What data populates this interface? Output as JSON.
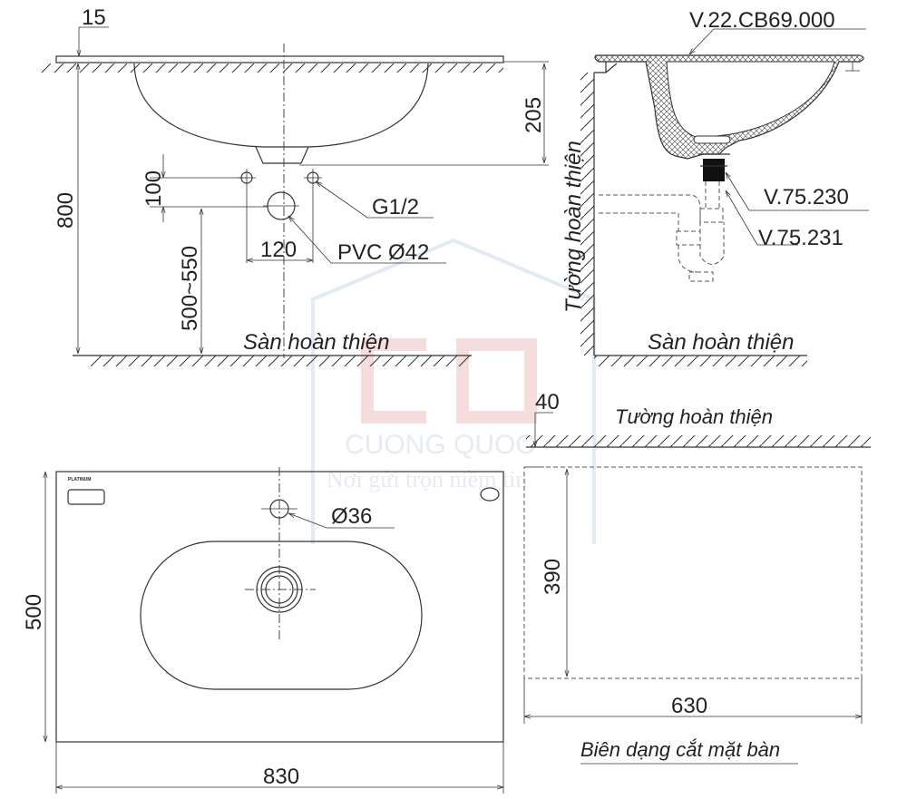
{
  "watermark": {
    "brand": "CUONG QUOC",
    "slogan": "Nơi gửi trọn niềm tin"
  },
  "elevation_view": {
    "dim_top_thickness": "15",
    "dim_bowl_depth": "205",
    "dim_height": "800",
    "dim_supply_offset": "100",
    "dim_drain_height": "500~550",
    "dim_supply_spacing": "120",
    "label_supply": "G1/2",
    "label_drain": "PVC Ø42",
    "floor_label": "Sàn hoàn thiện"
  },
  "section_view": {
    "model_code": "V.22.CB69.000",
    "part_drain": "V.75.230",
    "part_trap": "V.75.231",
    "wall_label": "Tường hoàn thiện",
    "floor_label": "Sàn hoàn thiện"
  },
  "plan_view": {
    "brand_mark": "PLATINUM",
    "label_tap_hole": "Ø36",
    "dim_depth": "500",
    "dim_width": "830"
  },
  "cutout_view": {
    "wall_label": "Tường hoàn thiện",
    "dim_wall_offset": "40",
    "dim_depth": "390",
    "dim_width": "630",
    "caption": "Biên dạng cắt mặt bàn"
  }
}
